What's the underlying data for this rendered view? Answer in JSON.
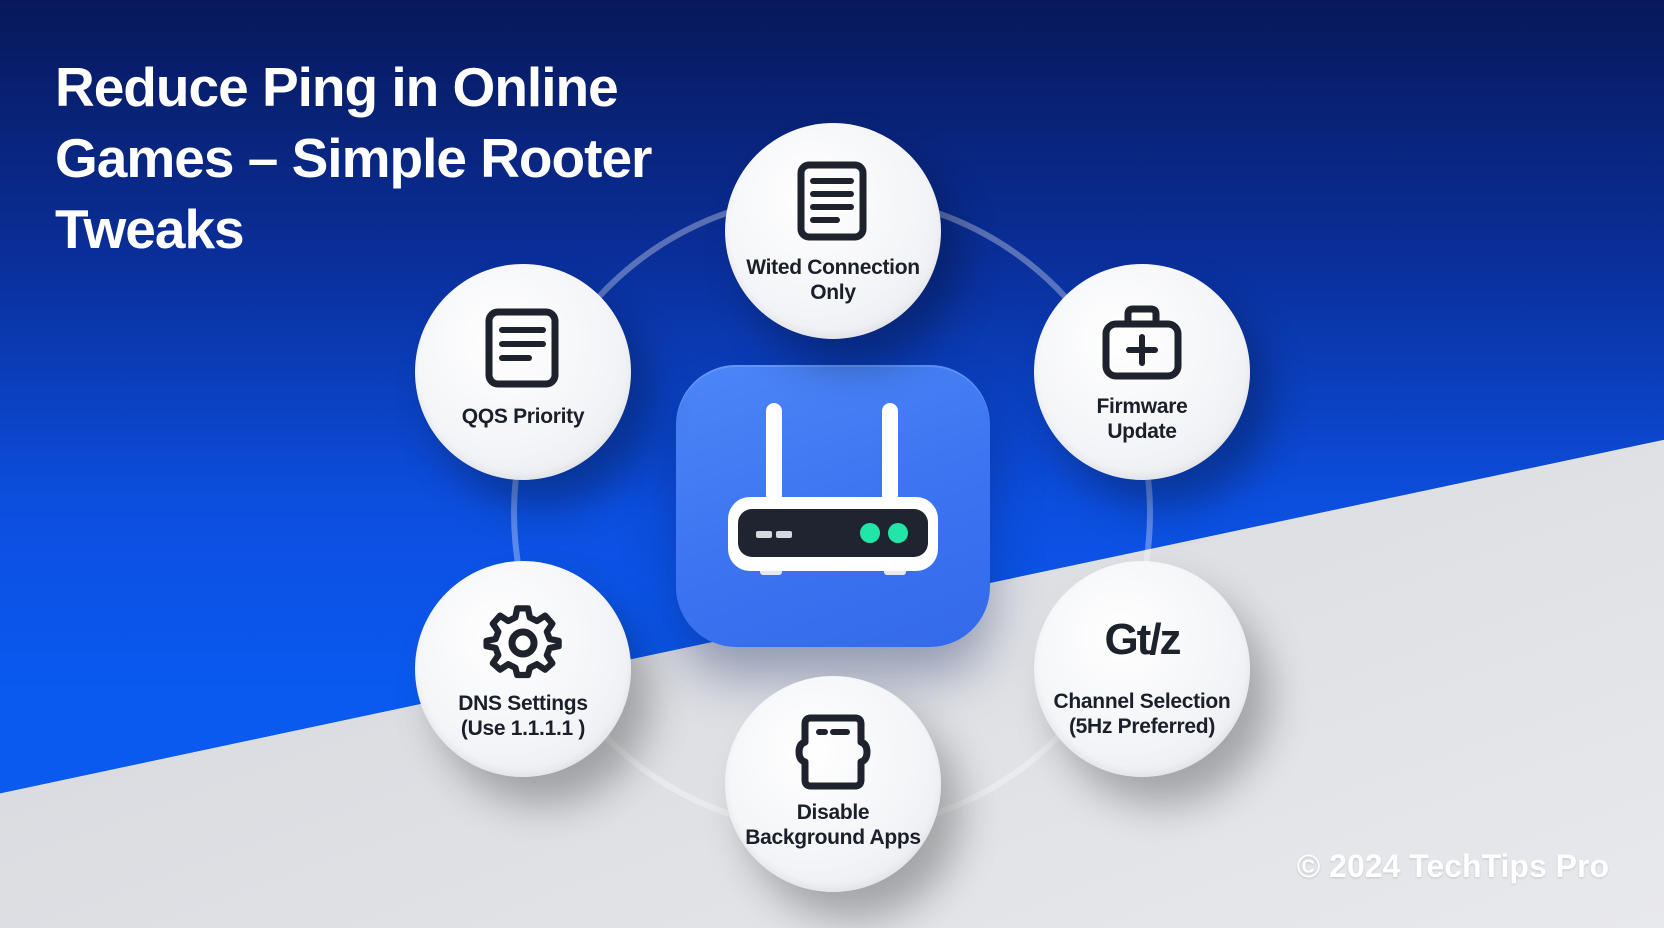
{
  "title": "Reduce Ping in Online Games – Simple Rooter Tweaks",
  "center": {
    "icon": "router-icon"
  },
  "nodes": [
    {
      "id": "wired",
      "label": "Wited Connection\nOnly",
      "icon": "document-icon"
    },
    {
      "id": "qos",
      "label": "QϘS Priority",
      "icon": "document-icon"
    },
    {
      "id": "firmware",
      "label": "Firmware\nUpdate",
      "icon": "toolbox-plus-icon"
    },
    {
      "id": "dns",
      "label": "DNS Settings\n(Use 1.1.1.1 )",
      "icon": "gear-icon"
    },
    {
      "id": "channel",
      "label": "Channel Selection\n(5Hz Preferred)",
      "glyph": "Gt/z"
    },
    {
      "id": "background",
      "label": "Disable\nBackground Apps",
      "icon": "device-icon"
    }
  ],
  "copyright": "© 2024 TechTips Pro",
  "colors": {
    "accent": "#3a72f0",
    "led": "#22e6a8",
    "dark": "#1e222c"
  }
}
